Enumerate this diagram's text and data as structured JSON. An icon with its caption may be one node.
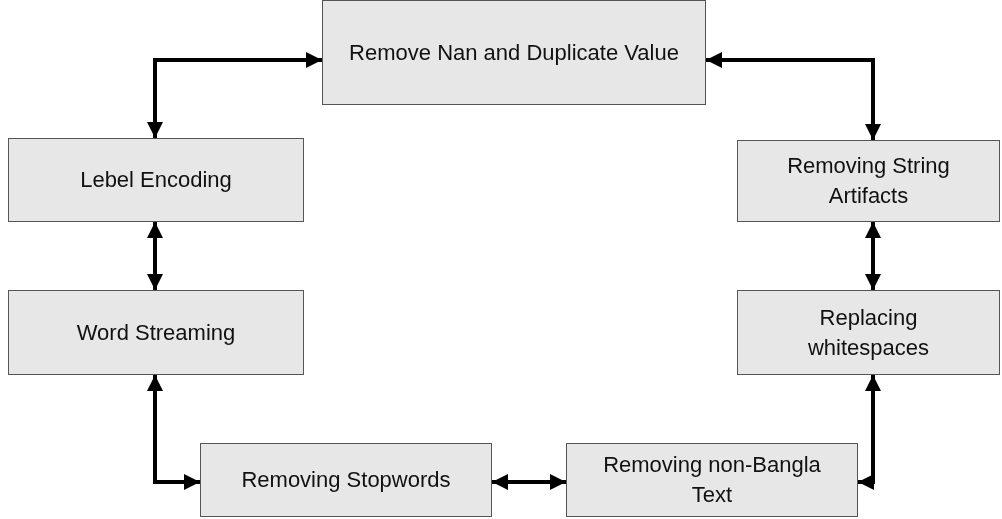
{
  "diagram": {
    "nodes": [
      {
        "text": [
          "Remove Nan and Duplicate Value"
        ]
      },
      {
        "text": [
          "Lebel Encoding"
        ]
      },
      {
        "text": [
          "Word Streaming"
        ]
      },
      {
        "text": [
          "Removing Stopwords"
        ]
      },
      {
        "text": [
          "Removing non-Bangla Text"
        ]
      },
      {
        "text": [
          "Replacing whitespaces"
        ]
      },
      {
        "text": [
          "Removing String Artifacts"
        ]
      }
    ],
    "edges": [
      {
        "from": 0,
        "to": 1,
        "arrow": "both"
      },
      {
        "from": 1,
        "to": 2,
        "arrow": "both"
      },
      {
        "from": 2,
        "to": 3,
        "arrow": "both"
      },
      {
        "from": 3,
        "to": 4,
        "arrow": "both"
      },
      {
        "from": 4,
        "to": 5,
        "arrow": "both"
      },
      {
        "from": 5,
        "to": 6,
        "arrow": "both"
      },
      {
        "from": 6,
        "to": 0,
        "arrow": "both"
      }
    ]
  }
}
